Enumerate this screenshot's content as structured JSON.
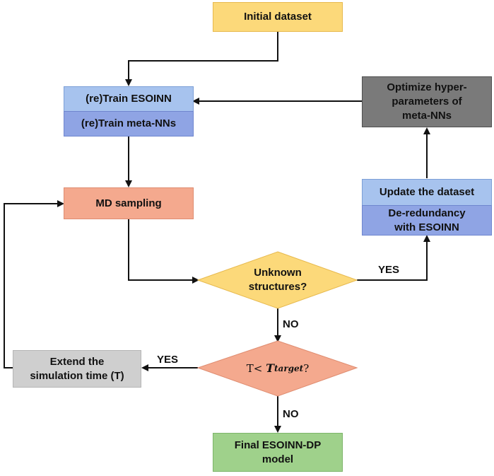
{
  "nodes": {
    "initial_dataset": "Initial dataset",
    "retrain_esoinn": "(re)Train ESOINN",
    "retrain_meta": "(re)Train meta-NNs",
    "md_sampling": "MD sampling",
    "unknown_line1": "Unknown",
    "unknown_line2": "structures?",
    "condition_prefix": "T<",
    "condition_var": "T",
    "condition_sub": "target",
    "condition_suffix": "?",
    "extend_line1": "Extend the",
    "extend_line2": "simulation time (T)",
    "final_line1": "Final ESOINN-DP",
    "final_line2": "model",
    "update_dataset": "Update the dataset",
    "dered_line1": "De-redundancy",
    "dered_line2": "with ESOINN",
    "optimize_line1": "Optimize hyper-",
    "optimize_line2": "parameters of",
    "optimize_line3": "meta-NNs"
  },
  "labels": {
    "yes_right": "YES",
    "no_down1": "NO",
    "yes_left": "YES",
    "no_down2": "NO"
  }
}
